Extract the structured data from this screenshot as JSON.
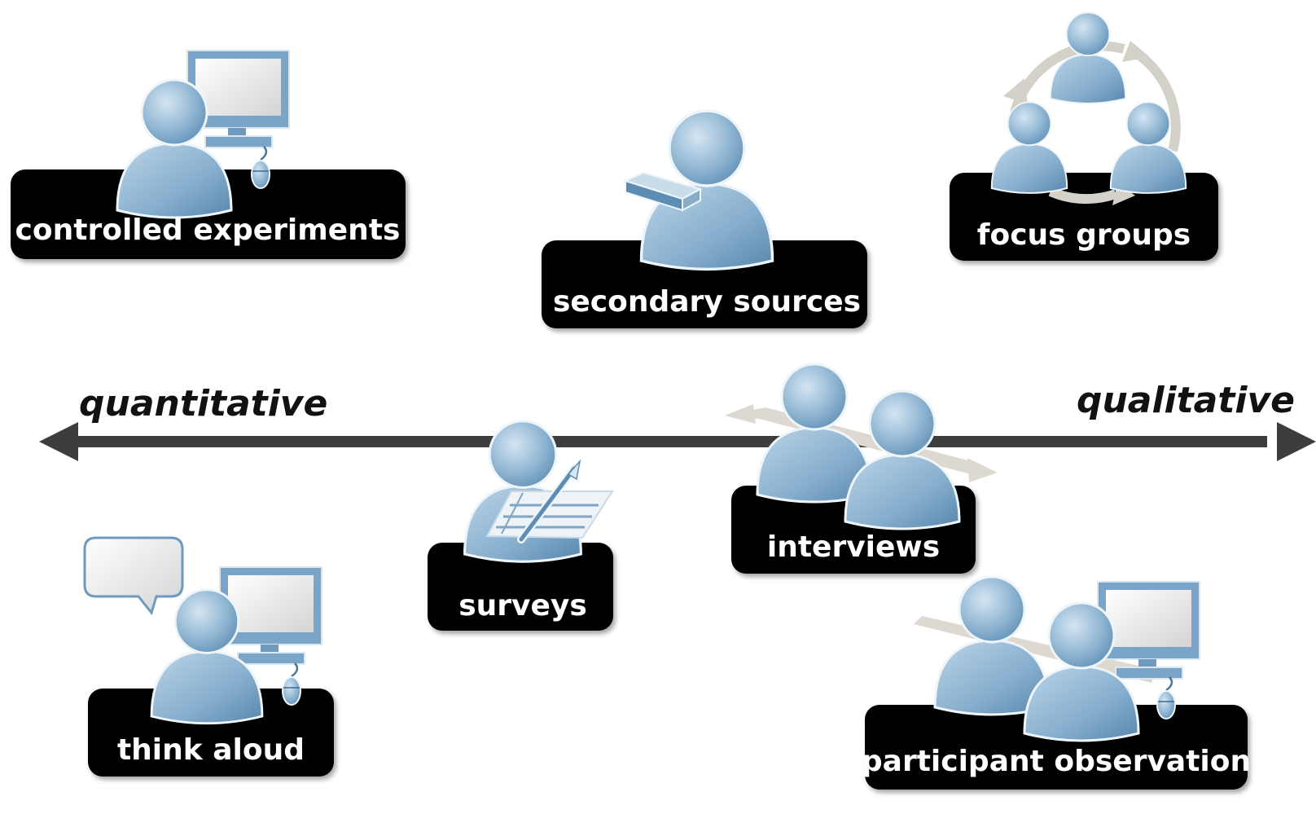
{
  "axis": {
    "left_label": "quantitative",
    "right_label": "qualitative"
  },
  "methods": [
    {
      "id": "controlled-experiments",
      "label": "controlled experiments",
      "icon": "person-at-computer-icon"
    },
    {
      "id": "secondary-sources",
      "label": "secondary sources",
      "icon": "person-with-book-icon"
    },
    {
      "id": "focus-groups",
      "label": "focus groups",
      "icon": "group-of-three-people-icon"
    },
    {
      "id": "surveys",
      "label": "surveys",
      "icon": "person-with-form-and-pen-icon"
    },
    {
      "id": "interviews",
      "label": "interviews",
      "icon": "two-people-conversation-icon"
    },
    {
      "id": "think-aloud",
      "label": "think aloud",
      "icon": "person-speaking-at-computer-icon"
    },
    {
      "id": "participant-observation",
      "label": "participant observation",
      "icon": "two-people-at-computer-icon"
    }
  ],
  "colors": {
    "person_light": "#c2d9ea",
    "person_dark": "#5f8fb4",
    "label_box": "#000000",
    "axis": "#3d3d3d",
    "loop_arrow": "#d4d1c9"
  }
}
